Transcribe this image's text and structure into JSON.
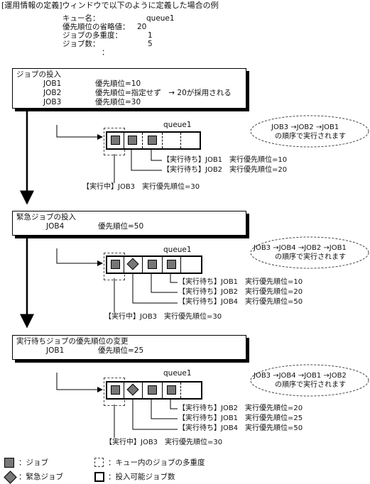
{
  "header": {
    "title": "[運用情報の定義]ウィンドウで以下のように定義した場合の例",
    "settings": [
      {
        "label": "キュー名：",
        "value": "queue1"
      },
      {
        "label": "優先順位の省略値：",
        "value": "20"
      },
      {
        "label": "ジョブの多重度：",
        "value": "1"
      },
      {
        "label": "ジョブ数：",
        "value": "5"
      },
      {
        "label": "：",
        "value": ""
      }
    ]
  },
  "section1": {
    "title": "ジョブの投入",
    "jobs": [
      {
        "name": "JOB1",
        "priority": "優先順位=10"
      },
      {
        "name": "JOB2",
        "priority": "優先順位=指定せず　→ 20が採用される"
      },
      {
        "name": "JOB3",
        "priority": "優先順位=30"
      }
    ],
    "queue_label": "queue1",
    "bubble_line1": "JOB3 →JOB2 →JOB1",
    "bubble_line2": "の順序で実行されます",
    "annotations": [
      "【実行待ち】JOB1　実行優先順位=10",
      "【実行待ち】JOB2　実行優先順位=20"
    ],
    "running": "【実行中】JOB3　実行優先順位=30"
  },
  "section2": {
    "title": "緊急ジョブの投入",
    "jobs": [
      {
        "name": "JOB4",
        "priority": "優先順位=50"
      }
    ],
    "queue_label": "queue1",
    "bubble_line1": "JOB3 →JOB4 →JOB2 →JOB1",
    "bubble_line2": "の順序で実行されます",
    "annotations": [
      "【実行待ち】JOB1　実行優先順位=10",
      "【実行待ち】JOB2　実行優先順位=20",
      "【実行待ち】JOB4　実行優先順位=50"
    ],
    "running": "【実行中】JOB3　実行優先順位=30"
  },
  "section3": {
    "title": "実行待ちジョブの優先順位の変更",
    "jobs": [
      {
        "name": "JOB1",
        "priority": "優先順位=25"
      }
    ],
    "queue_label": "queue1",
    "bubble_line1": "JOB3 →JOB4 →JOB1 →JOB2",
    "bubble_line2": "の順序で実行されます",
    "annotations": [
      "【実行待ち】JOB2　実行優先順位=20",
      "【実行待ち】JOB1　実行優先順位=25",
      "【実行待ち】JOB4　実行優先順位=50"
    ],
    "running": "【実行中】JOB3　実行優先順位=30"
  },
  "legend": {
    "job": "：ジョブ",
    "urgent_job": "：緊急ジョブ",
    "multiplicity": "：キュー内のジョブの多重度",
    "submittable": "：投入可能ジョブ数"
  }
}
